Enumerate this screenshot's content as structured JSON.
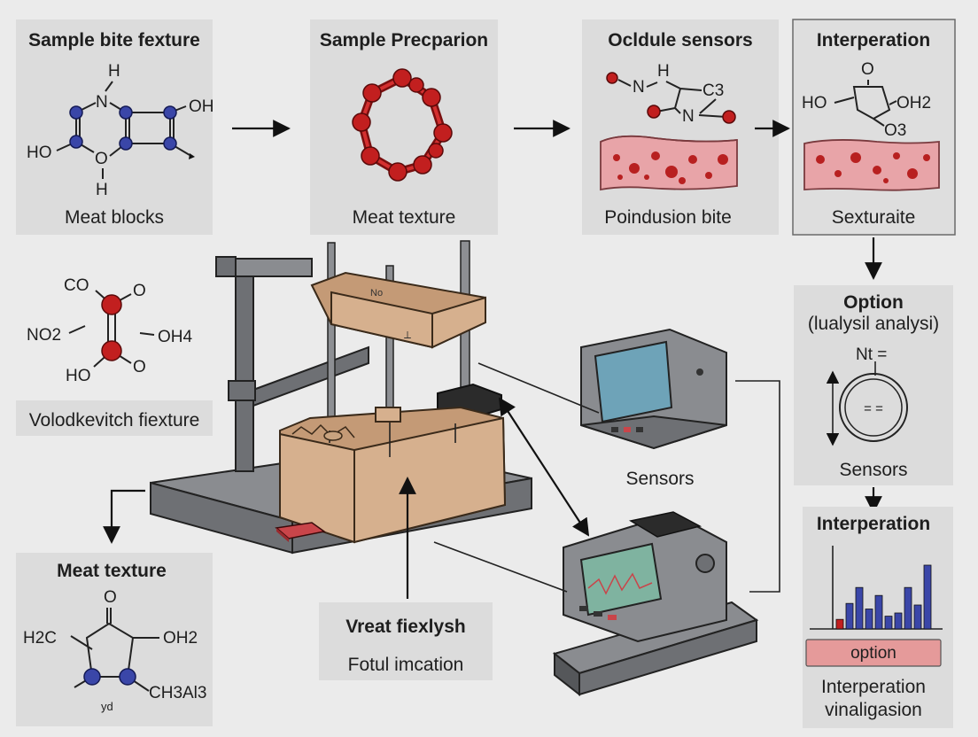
{
  "panels": {
    "p1": {
      "title": "Sample bite fexture",
      "caption": "Meat blocks",
      "atoms": {
        "h_top": "H",
        "n": "N",
        "oh": "OH",
        "ho": "HO",
        "o": "O",
        "h_bot": "H"
      }
    },
    "p2": {
      "title": "Sample Precparion",
      "caption": "Meat texture"
    },
    "p3": {
      "title": "Ocldule sensors",
      "caption": "Poindusion bite",
      "atoms": {
        "n": "N",
        "h": "H",
        "c3": "C3",
        "n2": "N"
      }
    },
    "p4": {
      "title": "Interperation",
      "caption": "Sexturaite",
      "atoms": {
        "o": "O",
        "ho": "HO",
        "oh2": "OH2",
        "o3": "O3"
      }
    },
    "p5": {
      "caption": "Volodkevitch fiexture",
      "atoms": {
        "co": "CO",
        "o1": "O",
        "no": "NO2",
        "oh4": "OH4",
        "ho": "HO",
        "o2": "O"
      }
    },
    "p6": {
      "title": "Option",
      "subtitle": "(lualysil analysi)",
      "readout": "Nt =",
      "inner": "= =",
      "caption": "Sensors"
    },
    "p7": {
      "title": "Interperation",
      "button": "option",
      "caption_line1": "Interperation",
      "caption_line2": "vinaligasion"
    },
    "p8": {
      "title": "Meat texture",
      "atoms": {
        "o": "O",
        "h2c": "H2C",
        "oh2": "OH2",
        "ch3": "CH3Al3",
        "yd": "yd"
      }
    },
    "p9": {
      "title": "Vreat fiexlysh",
      "caption": "Fotul imcation"
    }
  },
  "center": {
    "sensors_label": "Sensors"
  },
  "chart": {
    "values": [
      0.12,
      0.32,
      0.52,
      0.25,
      0.42,
      0.16,
      0.2,
      0.52,
      0.3,
      0.8
    ],
    "colors": [
      "#c21f1f",
      "#3a46a8"
    ]
  },
  "colors": {
    "atom_red": "#c21f1f",
    "atom_blue": "#3a46a8",
    "tissue": "#e8a4a8",
    "button": "#e59a9a"
  }
}
